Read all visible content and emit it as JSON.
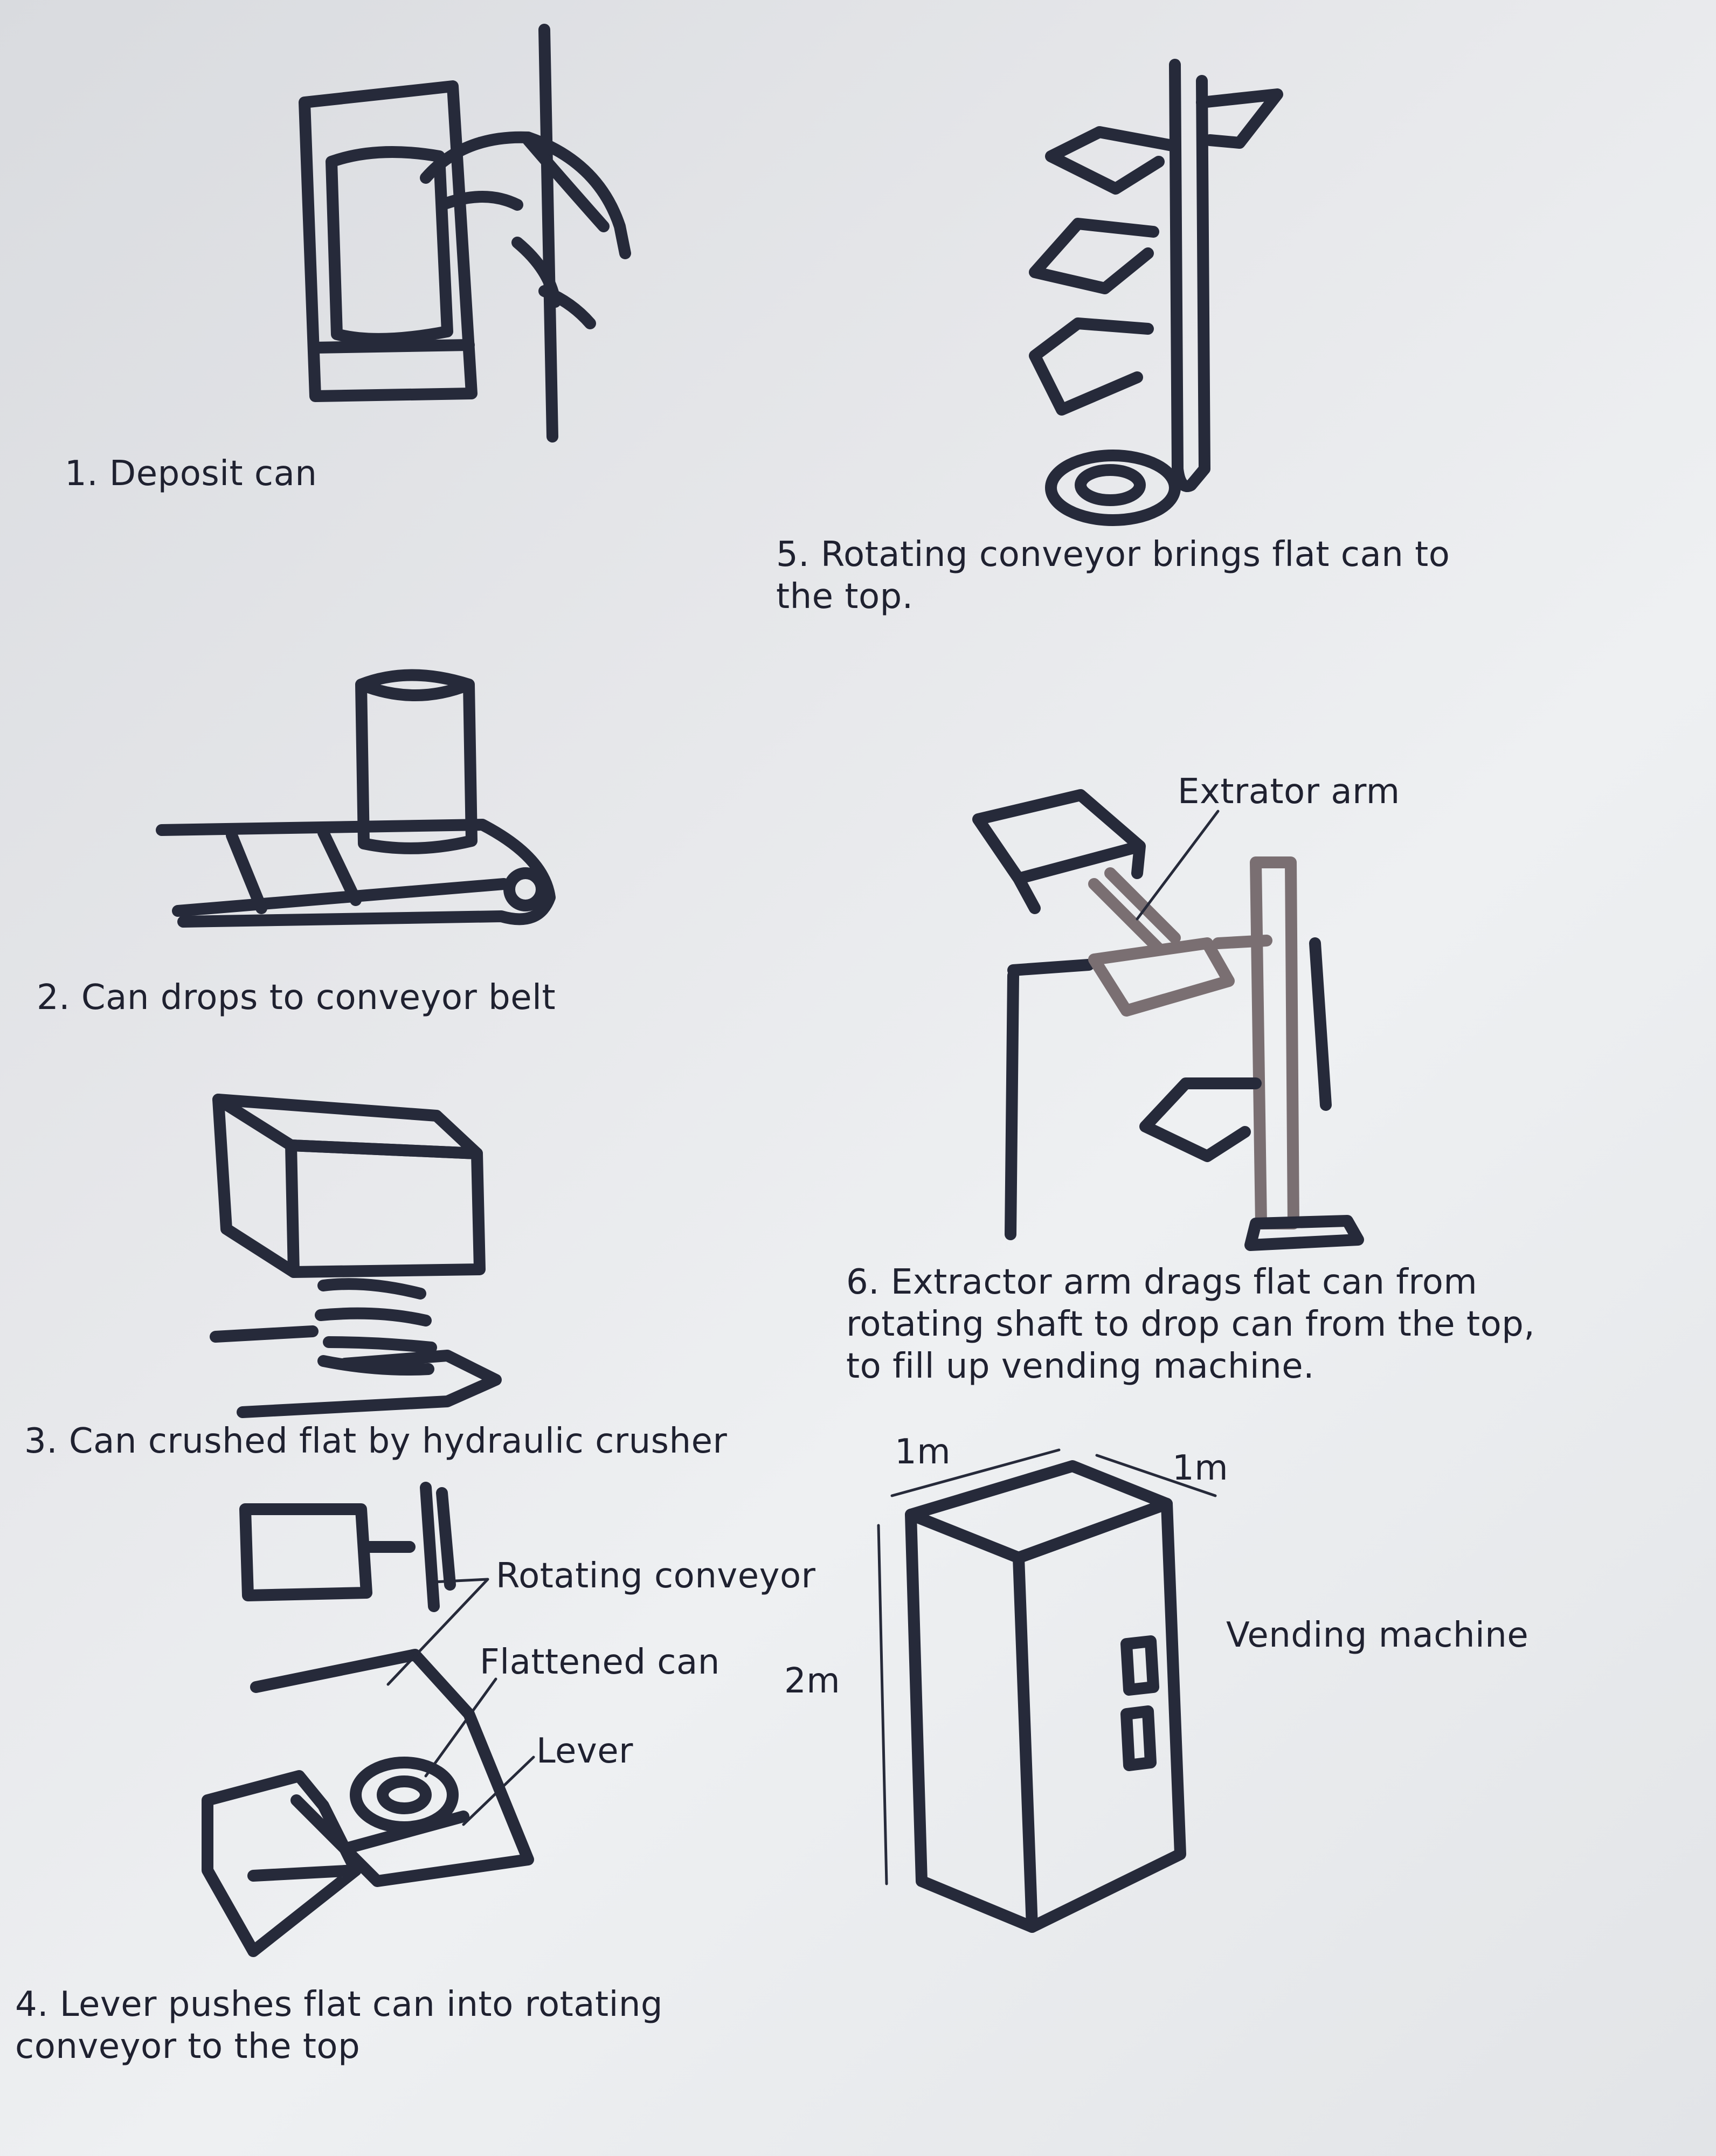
{
  "steps": [
    "1. Deposit can",
    "2. Can drops to conveyor belt",
    "3. Can crushed flat by hydraulic crusher",
    "4. Lever pushes flat can into rotating\nconveyor to the top",
    "5. Rotating conveyor brings flat can to\nthe top.",
    "6. Extractor arm drags flat can from\nrotating shaft to drop can from the top,\nto fill up vending machine."
  ],
  "callouts": {
    "rotating_conveyor": "Rotating conveyor",
    "flattened_can": "Flattened can",
    "lever": "Lever",
    "extractor_arm": "Extrator arm",
    "vending_machine": "Vending machine"
  },
  "dimensions": {
    "width": "1m",
    "depth": "1m",
    "height": "2m"
  },
  "colors": {
    "ink": "#262a3a",
    "faded_ink": "#7a6f72",
    "paper": "#e6e7ea"
  }
}
